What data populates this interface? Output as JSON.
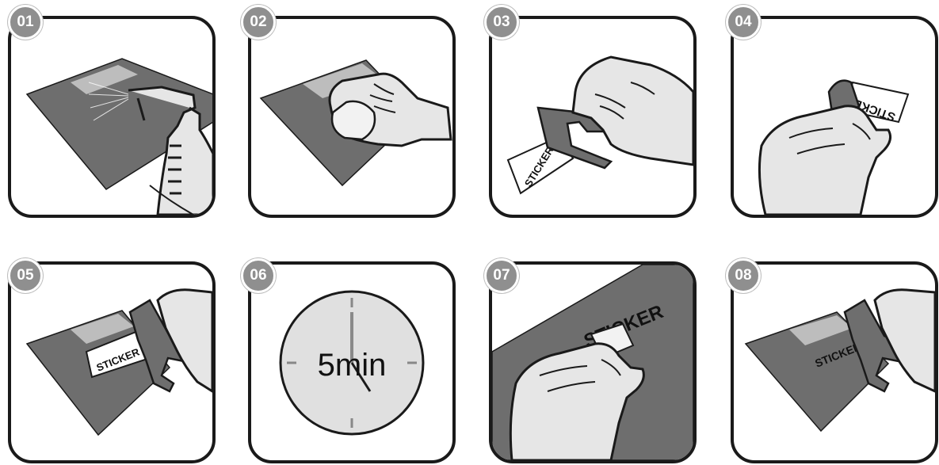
{
  "steps": [
    {
      "number": "01",
      "icon": "spray-bottle-cleaning-icon"
    },
    {
      "number": "02",
      "icon": "hand-wiping-surface-icon"
    },
    {
      "number": "03",
      "icon": "hand-holding-scraper-sticker-icon",
      "sticker_label": "STICKER"
    },
    {
      "number": "04",
      "icon": "hand-peeling-backing-icon",
      "sticker_label": "STICKER"
    },
    {
      "number": "05",
      "icon": "hand-applying-sticker-icon",
      "sticker_label": "STICKER"
    },
    {
      "number": "06",
      "icon": "clock-wait-icon",
      "timer_label": "5min"
    },
    {
      "number": "07",
      "icon": "hand-peeling-transfer-tape-icon",
      "sticker_label": "STICKER"
    },
    {
      "number": "08",
      "icon": "hand-smoothing-sticker-icon",
      "sticker_label": "STICKER"
    }
  ],
  "colors": {
    "surface": "#6e6e6e",
    "outline": "#1a1a1a",
    "badge": "#8f8f8f",
    "skin": "#e6e6e6"
  }
}
